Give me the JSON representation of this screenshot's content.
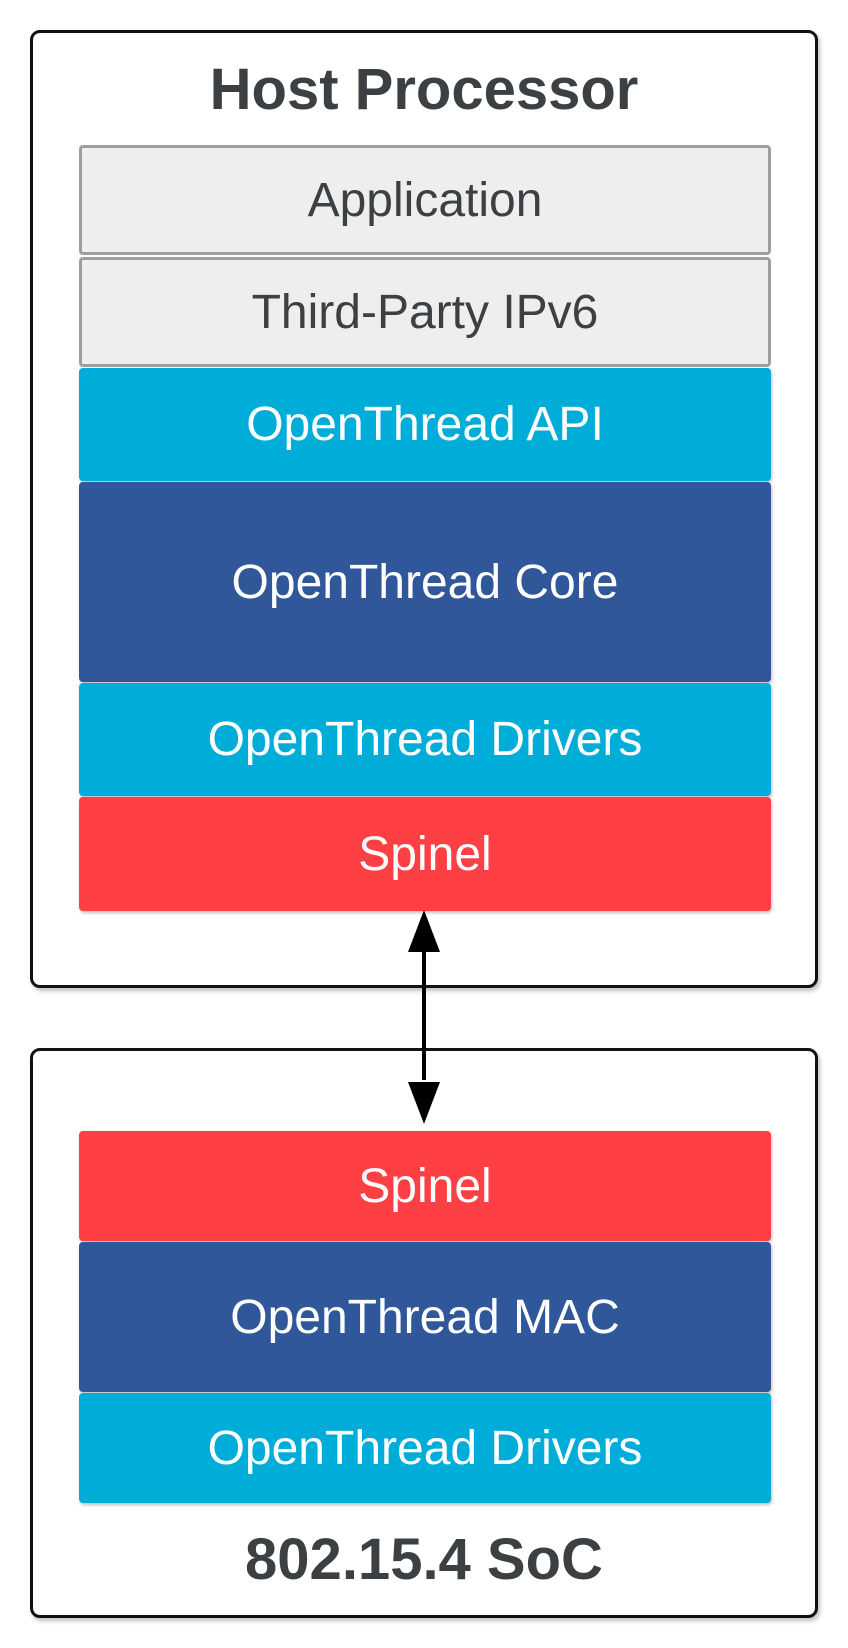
{
  "host": {
    "title": "Host Processor",
    "layers": [
      {
        "label": "Application"
      },
      {
        "label": "Third-Party IPv6"
      },
      {
        "label": "OpenThread API"
      },
      {
        "label": "OpenThread Core"
      },
      {
        "label": "OpenThread Drivers"
      },
      {
        "label": "Spinel"
      }
    ]
  },
  "soc": {
    "title": "802.15.4 SoC",
    "layers": [
      {
        "label": "Spinel"
      },
      {
        "label": "OpenThread MAC"
      },
      {
        "label": "OpenThread Drivers"
      }
    ]
  },
  "colors": {
    "light_layer": "#eeeeee",
    "cyan_layer": "#00add8",
    "navy_layer": "#2f5799",
    "red_layer": "#fe3f44",
    "title_text": "#3c4043"
  },
  "connector": {
    "type": "bidirectional-arrow",
    "from": "host.spinel",
    "to": "soc.spinel"
  }
}
